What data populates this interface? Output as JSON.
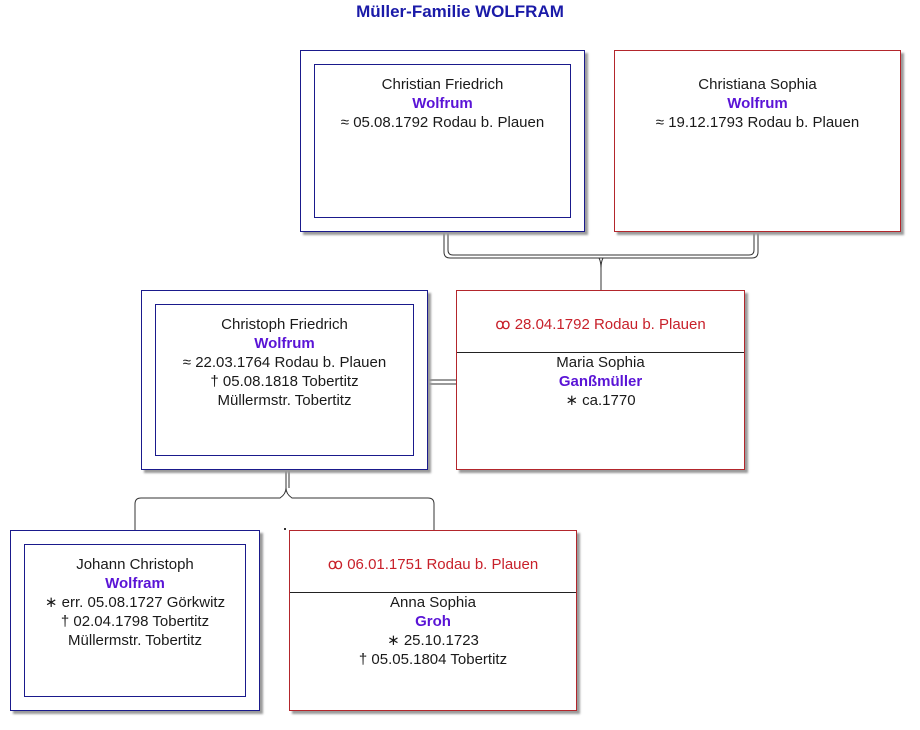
{
  "title": "Müller-Familie WOLFRAM",
  "persons": {
    "father_gen1": {
      "given": "Christian Friedrich",
      "surname": "Wolfrum",
      "baptism": "≈  05.08.1792 Rodau b. Plauen"
    },
    "mother_gen1": {
      "given": "Christiana Sophia",
      "surname": "Wolfrum",
      "baptism": "≈  19.12.1793 Rodau b. Plauen"
    },
    "father_gen2": {
      "given": "Christoph Friedrich",
      "surname": "Wolfrum",
      "baptism": "≈  22.03.1764 Rodau b. Plauen",
      "death": "†  05.08.1818 Tobertitz",
      "occupation": "Müllermstr. Tobertitz"
    },
    "mother_gen2": {
      "marriage": "ꝏ  28.04.1792 Rodau b. Plauen",
      "given": "Maria Sophia",
      "surname": "Ganßmüller",
      "birth": "∗ ca.1770"
    },
    "father_gen3": {
      "given": "Johann Christoph",
      "surname": "Wolfram",
      "birth": "∗ err. 05.08.1727 Görkwitz",
      "death": "†  02.04.1798 Tobertitz",
      "occupation": "Müllermstr. Tobertitz"
    },
    "mother_gen3": {
      "marriage": "ꝏ  06.01.1751 Rodau b. Plauen",
      "given": "Anna Sophia",
      "surname": "Groh",
      "birth": "∗  25.10.1723",
      "death": "†  05.05.1804 Tobertitz"
    }
  },
  "colors": {
    "male_border": "#1a1a8c",
    "female_border": "#b3262c",
    "surname": "#5a14d6",
    "marriage": "#c8202a",
    "title": "#1a1aa8"
  }
}
